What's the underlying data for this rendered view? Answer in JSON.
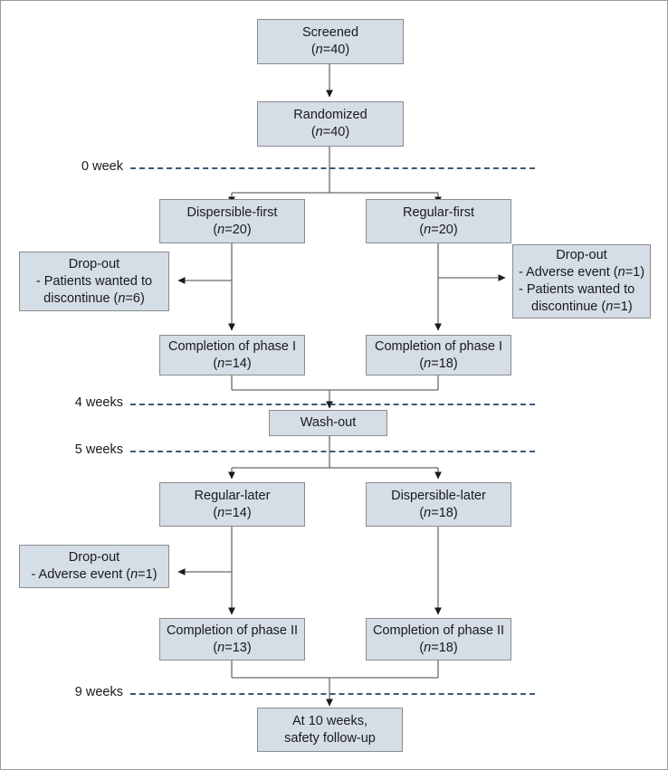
{
  "diagram": {
    "title": "CONSORT participant flow diagram",
    "colors": {
      "node_fill": "#d5dde7",
      "node_border": "#8c8c8c",
      "edge": "#6b6b6b",
      "dashed_timeline": "#3c5973",
      "page_border": "#9a9a9a",
      "text": "#1a1a1a"
    }
  },
  "nodes": {
    "screened": {
      "line1": "Screened",
      "line2_prefix": "(",
      "line2_var": "n",
      "line2_suffix": "=40)"
    },
    "randomized": {
      "line1": "Randomized",
      "line2_prefix": "(",
      "line2_var": "n",
      "line2_suffix": "=40)"
    },
    "dispersible_first": {
      "line1": "Dispersible-first",
      "line2_prefix": "(",
      "line2_var": "n",
      "line2_suffix": "=20)"
    },
    "regular_first": {
      "line1": "Regular-first",
      "line2_prefix": "(",
      "line2_var": "n",
      "line2_suffix": "=20)"
    },
    "dropout_left_phase1": {
      "line1": "Drop-out",
      "line2_prefix": "- Patients wanted to",
      "line3_prefix": "discontinue (",
      "line3_var": "n",
      "line3_suffix": "=6)"
    },
    "dropout_right_phase1": {
      "line1": "Drop-out",
      "line2_prefix": "- Adverse event (",
      "line2_var": "n",
      "line2_suffix": "=1)",
      "line3_prefix": "- Patients wanted to",
      "line4_prefix": "discontinue (",
      "line4_var": "n",
      "line4_suffix": "=1)"
    },
    "completion_phase1_left": {
      "line1": "Completion of phase I",
      "line2_prefix": "(",
      "line2_var": "n",
      "line2_suffix": "=14)"
    },
    "completion_phase1_right": {
      "line1": "Completion of phase I",
      "line2_prefix": "(",
      "line2_var": "n",
      "line2_suffix": "=18)"
    },
    "washout": {
      "line1": "Wash-out"
    },
    "regular_later": {
      "line1": "Regular-later",
      "line2_prefix": "(",
      "line2_var": "n",
      "line2_suffix": "=14)"
    },
    "dispersible_later": {
      "line1": "Dispersible-later",
      "line2_prefix": "(",
      "line2_var": "n",
      "line2_suffix": "=18)"
    },
    "dropout_left_phase2": {
      "line1": "Drop-out",
      "line2_prefix": "- Adverse event (",
      "line2_var": "n",
      "line2_suffix": "=1)"
    },
    "completion_phase2_left": {
      "line1": "Completion of phase II",
      "line2_prefix": "(",
      "line2_var": "n",
      "line2_suffix": "=13)"
    },
    "completion_phase2_right": {
      "line1": "Completion of phase II",
      "line2_prefix": "(",
      "line2_var": "n",
      "line2_suffix": "=18)"
    },
    "safety_followup": {
      "line1": "At 10 weeks,",
      "line2": "safety follow-up"
    }
  },
  "timeline": {
    "week0": "0 week",
    "week4": "4 weeks",
    "week5": "5 weeks",
    "week9": "9 weeks"
  }
}
